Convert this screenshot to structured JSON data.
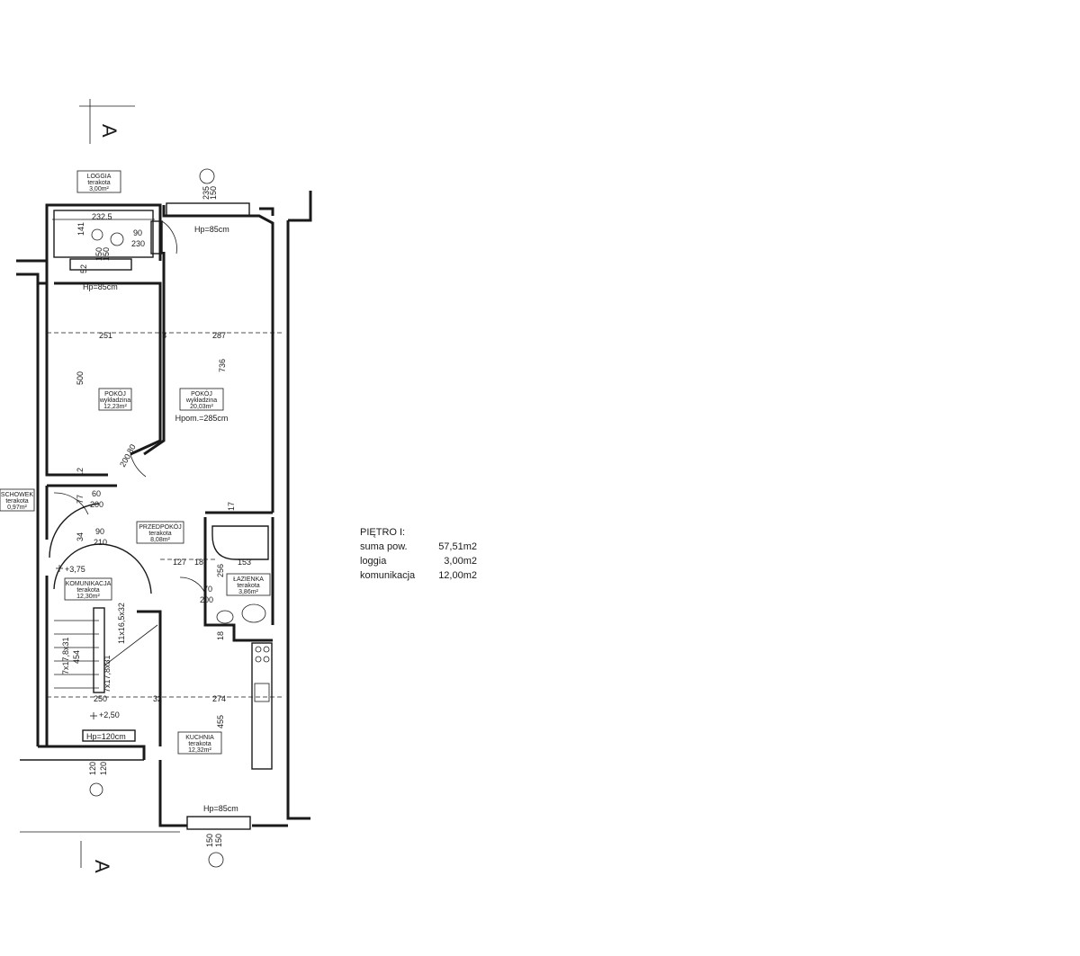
{
  "section_marks": {
    "top": "A",
    "bottom": "A"
  },
  "rooms": {
    "loggia": {
      "name": "LOGGIA",
      "finish": "terakota",
      "area": "3,00m²"
    },
    "pokoj_small": {
      "name": "POKÓJ",
      "finish": "wykładzina",
      "area": "12,23m²"
    },
    "pokoj_large": {
      "name": "POKÓJ",
      "finish": "wykładzina",
      "area": "20,03m²",
      "height": "Hpom.=285cm"
    },
    "schowek": {
      "name": "SCHOWEK",
      "finish": "terakota",
      "area": "0,97m²"
    },
    "przedpokoj": {
      "name": "PRZEDPOKÓJ",
      "finish": "terakota",
      "area": "8,08m²"
    },
    "komunikacja": {
      "name": "KOMUNIKACJA",
      "finish": "terakota",
      "area": "12,30m²"
    },
    "lazienka": {
      "name": "ŁAZIENKA",
      "finish": "terakota",
      "area": "3,86m²"
    },
    "kuchnia": {
      "name": "KUCHNIA",
      "finish": "terakota",
      "area": "12,32m²"
    }
  },
  "sill_heights": {
    "loggia_door": "Hp=85cm",
    "pokoj_window": "Hp=85cm",
    "stair_window": "Hp=120cm",
    "kitchen_window": "Hp=85cm"
  },
  "dimensions": {
    "loggia_width": "232.5",
    "loggia_depth": "141",
    "loggia_win_a": "150",
    "loggia_win_b": "150",
    "top_win_a": "235",
    "top_win_b": "150",
    "door_loggia_w": "90",
    "door_loggia_h": "230",
    "wall_52": "52",
    "width_251": "251",
    "wall_8": "8",
    "width_287": "287",
    "height_500": "500",
    "height_736": "736",
    "wall_12": "12",
    "door_pokoj_w": "80",
    "door_pokoj_h": "200",
    "wall_17": "17",
    "door_schowek_w": "60",
    "door_schowek_h": "200",
    "schowek_dim": "77",
    "door_hall_w": "90",
    "door_hall_h": "210",
    "hall_34": "34",
    "hall_127": "127",
    "hall_18": "18",
    "bath_256": "256",
    "bath_153": "153",
    "door_bath_w": "70",
    "door_bath_h": "200",
    "wall_18b": "18",
    "stair_upper": "11x16,5x32",
    "stair_lower": "7x17,8x31",
    "stair_lower_b": "7x17,8x31",
    "stair_454": "454",
    "width_250": "250",
    "wall_32": "32",
    "width_274": "274",
    "height_455": "455",
    "stair_win_a": "120",
    "stair_win_b": "120",
    "kitchen_win_a": "150",
    "kitchen_win_b": "150"
  },
  "levels": {
    "upper": "+3,75",
    "lower": "+2,50"
  },
  "summary": {
    "title": "PIĘTRO I:",
    "rows": [
      {
        "label": "suma pow.",
        "value": "57,51m2"
      },
      {
        "label": "loggia",
        "value": "3,00m2"
      },
      {
        "label": "komunikacja",
        "value": "12,00m2"
      }
    ]
  }
}
